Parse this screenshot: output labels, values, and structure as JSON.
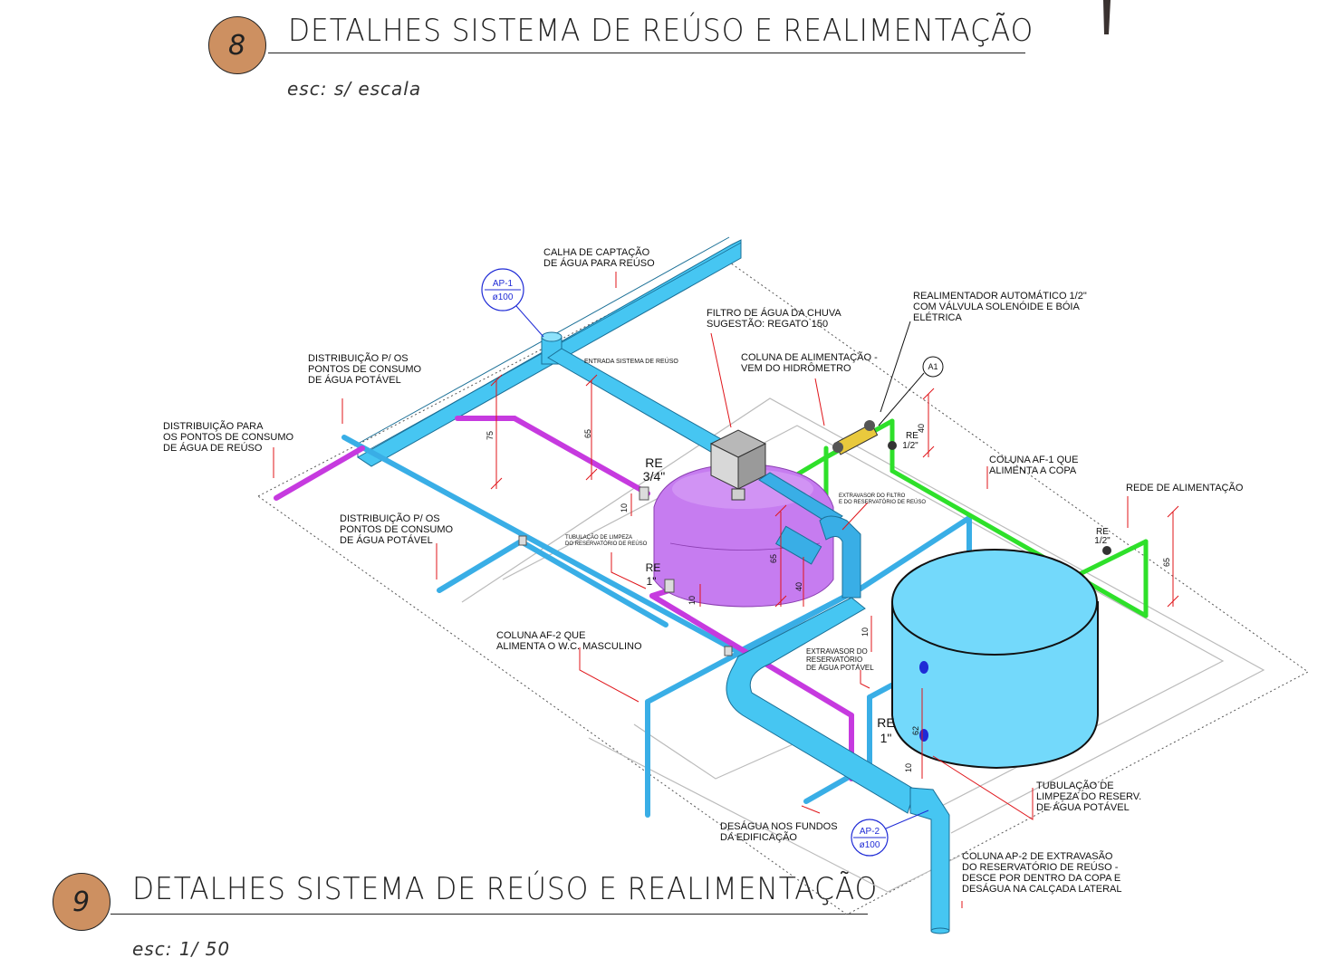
{
  "header": {
    "number": "8",
    "title": "DETALHES SISTEMA DE REÚSO E REALIMENTAÇÃO",
    "scale": "esc: s/  escala"
  },
  "footer": {
    "number": "9",
    "title": "DETALHES SISTEMA DE REÚSO E REALIMENTAÇÃO",
    "scale": "esc: 1/ 50"
  },
  "labels": {
    "calha": [
      "CALHA DE CAPTAÇÃO",
      "DE ÁGUA PARA REÚSO"
    ],
    "realimentador": [
      "REALIMENTADOR AUTOMÁTICO 1/2\"",
      "COM VÁLVULA SOLENÓIDE E BÓIA",
      "ELÉTRICA"
    ],
    "filtro": [
      "FILTRO DE ÁGUA DA CHUVA",
      "SUGESTÃO: REGATO 150"
    ],
    "coluna_alim": [
      "COLUNA DE ALIMENTAÇÃO  -",
      "VEM DO HIDRÔMETRO"
    ],
    "dist_potavel_1": [
      "DISTRIBUIÇÃO P/ OS",
      "PONTOS DE CONSUMO",
      "DE ÁGUA POTÁVEL"
    ],
    "entrada": "ENTRADA SISTEMA DE REÚSO",
    "dist_reuso": [
      "DISTRIBUIÇÃO PARA",
      "OS PONTOS DE CONSUMO",
      "DE ÁGUA DE REÚSO"
    ],
    "coluna_af1": [
      "COLUNA AF-1 QUE",
      "ALIMENTA A COPA"
    ],
    "rede": "REDE DE ALIMENTAÇÃO",
    "dist_potavel_2": [
      "DISTRIBUIÇÃO P/ OS",
      "PONTOS DE CONSUMO",
      "DE ÁGUA POTÁVEL"
    ],
    "extravasor_filtro": [
      "EXTRAVASOR DO FILTRO",
      "E DO RESERVATÓRIO DE REÚSO"
    ],
    "tubulacao_limpeza_reuso": [
      "TUBULAÇÃO DE LIMPEZA",
      "DO RESERVATÓRIO DE REÚSO"
    ],
    "coluna_af2": [
      "COLUNA AF-2 QUE",
      "ALIMENTA O W.C. MASCULINO"
    ],
    "extravasor_res": [
      "EXTRAVASOR DO",
      "RESERVATÓRIO",
      "DE ÁGUA POTÁVEL"
    ],
    "tubulacao_limpeza_pot": [
      "TUBULAÇÃO DE",
      "LIMPEZA  DO RESERV.",
      "DE ÁGUA POTÁVEL"
    ],
    "desagua": [
      "DESÁGUA NOS FUNDOS",
      "DA EDIFICAÇÃO"
    ],
    "coluna_ap2": [
      "COLUNA AP-2 DE EXTRAVASÃO",
      "DO RESERVATÓRIO DE REÚSO -",
      "DESCE POR DENTRO DA COPA E",
      "DESÁGUA NA CALÇADA LATERAL"
    ]
  },
  "tags": {
    "ap1": [
      "AP-1",
      "ø100"
    ],
    "ap2": [
      "AP-2",
      "ø100"
    ],
    "a1": "A1"
  },
  "valves": {
    "re_34": [
      "RE",
      "3/4\""
    ],
    "re_1a": [
      "RE",
      "1\""
    ],
    "re_1b": [
      "RE",
      "1\""
    ],
    "re_12a": [
      "RE",
      "1/2\""
    ],
    "re_12b": [
      "RE",
      "1/2\""
    ]
  },
  "dims": {
    "d75": "75",
    "d65a": "65",
    "d65b": "65",
    "d65c": "65",
    "d40a": "40",
    "d40b": "40",
    "d10a": "10",
    "d10b": "10",
    "d10c": "10",
    "d10d": "10",
    "d62": "62"
  },
  "colors": {
    "rain_pipe": "#46c6f2",
    "potable_pipe": "#39aee6",
    "reuse_pipe": "#c63adf",
    "feed_pipe": "#2ee02a",
    "reuse_tank": "#c67cf0",
    "potable_tank": "#73d9fb",
    "badge": "#cd9061",
    "leader": "#e0151a",
    "tag": "#1f2bd6"
  }
}
